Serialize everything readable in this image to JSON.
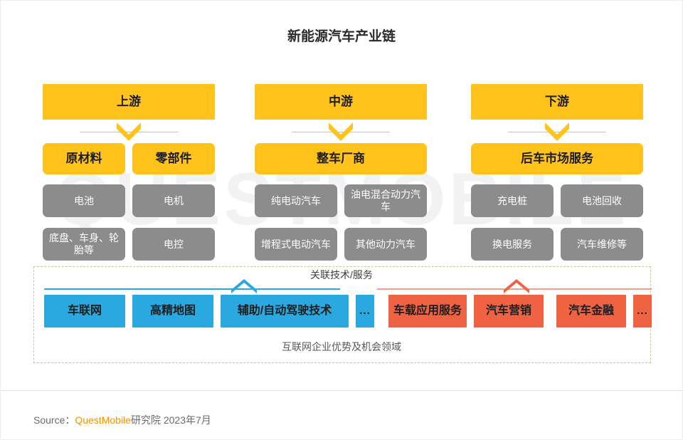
{
  "title": "新能源汽车产业链",
  "watermark": "QUESTMOBILE",
  "colors": {
    "yellow": "#FFC31C",
    "gray": "#8C8C8C",
    "blue": "#29A9E0",
    "orange": "#EF6343",
    "dashed_border": "#CBC4AB",
    "brand_orange": "#F39200"
  },
  "chart_data": {
    "type": "diagram",
    "title": "新能源汽车产业链",
    "columns": [
      {
        "tier": "上游",
        "segments": [
          {
            "label": "原材料",
            "items": [
              "电池",
              "底盘、车身、轮胎等"
            ]
          },
          {
            "label": "零部件",
            "items": [
              "电机",
              "电控"
            ]
          }
        ]
      },
      {
        "tier": "中游",
        "segments": [
          {
            "label": "整车厂商",
            "items": [
              "纯电动汽车",
              "油电混合动力汽车",
              "增程式电动汽车",
              "其他动力汽车"
            ]
          }
        ]
      },
      {
        "tier": "下游",
        "segments": [
          {
            "label": "后车市场服务",
            "items": [
              "充电桩",
              "电池回收",
              "换电服务",
              "汽车维修等"
            ]
          }
        ]
      }
    ],
    "associated": {
      "header": "关联技术/服务",
      "caption": "互联网企业优势及机会领域",
      "blue_items": [
        "车联网",
        "高精地图",
        "辅助/自动驾驶技术",
        "..."
      ],
      "orange_items": [
        "车载应用服务",
        "汽车营销",
        "汽车金融",
        "..."
      ]
    }
  },
  "tiers": {
    "upstream": "上游",
    "midstream": "中游",
    "downstream": "下游"
  },
  "segments": {
    "raw_material": "原材料",
    "components": "零部件",
    "vehicle_manufacturer": "整车厂商",
    "aftermarket": "后车市场服务"
  },
  "upstream_items": {
    "battery": "电池",
    "motor": "电机",
    "chassis": "底盘、车身、轮胎等",
    "electronic_control": "电控"
  },
  "midstream_items": {
    "bev": "纯电动汽车",
    "hev": "油电混合动力汽车",
    "erev": "增程式电动汽车",
    "other": "其他动力汽车"
  },
  "downstream_items": {
    "charging_pile": "充电桩",
    "battery_recycling": "电池回收",
    "battery_swap": "换电服务",
    "repair": "汽车维修等"
  },
  "associated": {
    "header": "关联技术/服务",
    "caption": "互联网企业优势及机会领域",
    "blue": {
      "iov": "车联网",
      "hd_map": "高精地图",
      "adas": "辅助/自动驾驶技术",
      "more": "..."
    },
    "orange": {
      "in_car_apps": "车载应用服务",
      "auto_marketing": "汽车营销",
      "auto_finance": "汽车金融",
      "more": "..."
    }
  },
  "footer": {
    "source_prefix": "Source：",
    "brand": "QuestMobile",
    "source_suffix": "研究院 2023年7月"
  }
}
